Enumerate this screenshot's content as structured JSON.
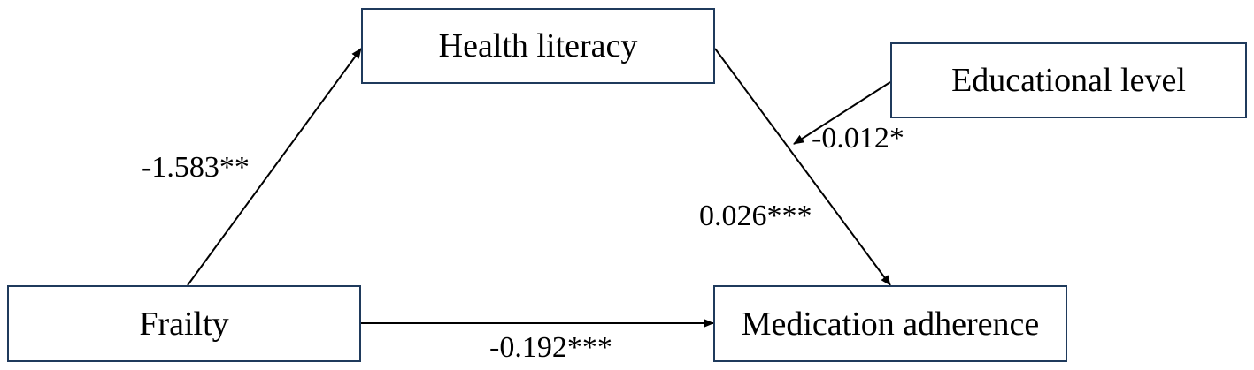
{
  "nodes": {
    "health_literacy": "Health literacy",
    "educational_level": "Educational level",
    "frailty": "Frailty",
    "medication_adherence": "Medication adherence"
  },
  "paths": {
    "frailty_to_health_literacy": "-1.583**",
    "health_literacy_to_medication_adherence": "0.026***",
    "educational_level_moderation": "-0.012*",
    "frailty_to_medication_adherence": "-0.192***"
  },
  "colors": {
    "box_border": "#1f3a5c",
    "line": "#000000",
    "text": "#000000"
  }
}
